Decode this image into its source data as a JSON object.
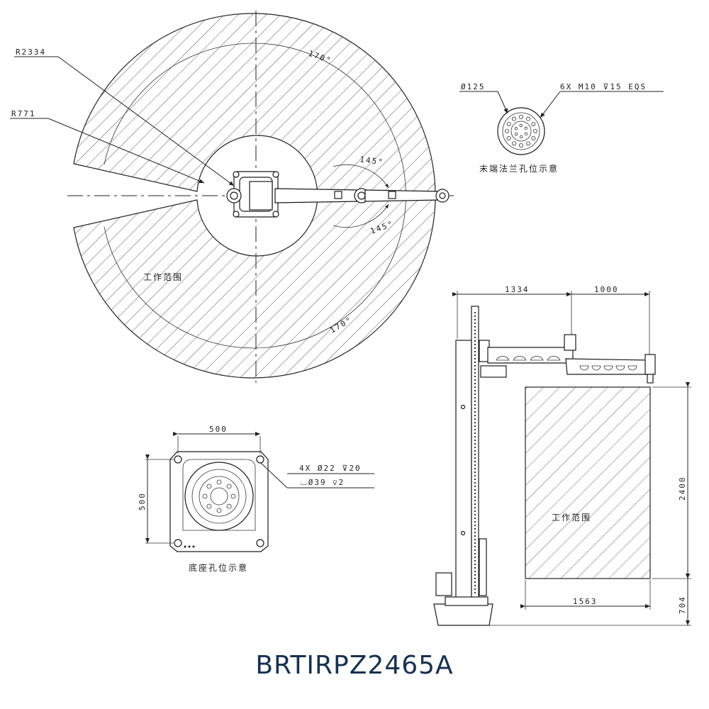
{
  "model": "BRTIRPZ2465A",
  "top_view": {
    "outer_radius_label": "R2334",
    "inner_radius_label": "R771",
    "angle_upper": "170°",
    "angle_lower": "170°",
    "arm_angle_upper": "145°",
    "arm_angle_lower": "145°",
    "work_area_label": "工作范围"
  },
  "flange_view": {
    "diameter_label": "Ø125",
    "hole_spec": "6X  M10  ⊽15  EQS",
    "caption": "末端法兰孔位示意"
  },
  "base_view": {
    "width_label": "500",
    "height_label": "500",
    "hole_spec": "4X  Ø22  ⊽20",
    "counterbore_spec": "⌴Ø39  ⊽2",
    "caption": "底座孔位示意"
  },
  "side_view": {
    "reach_inner": "1334",
    "reach_outer": "1000",
    "work_height": "2400",
    "base_height": "704",
    "work_width": "1563",
    "work_area_label": "工作范围"
  }
}
